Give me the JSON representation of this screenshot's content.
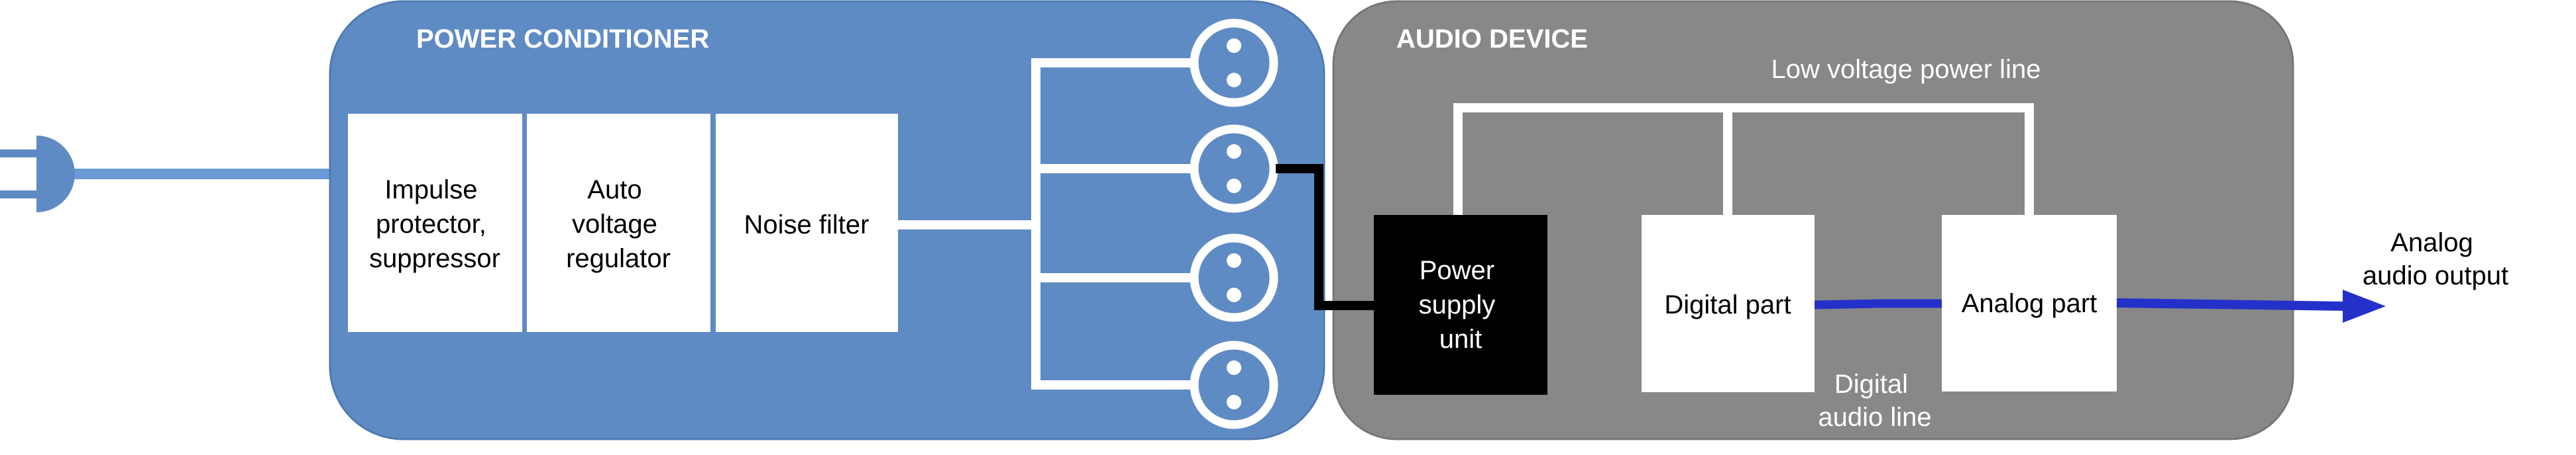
{
  "power_conditioner": {
    "title": "POWER CONDITIONER",
    "stages": {
      "impulse": [
        "Impulse",
        "protector,",
        "suppressor"
      ],
      "voltage": [
        "Auto",
        "voltage",
        "regulator"
      ],
      "noise": "Noise filter"
    },
    "outlet_count": 4
  },
  "audio_device": {
    "title": "AUDIO DEVICE",
    "power_line_label": "Low voltage power line",
    "psu_label": [
      "Power",
      "supply",
      "unit"
    ],
    "digital_part": "Digital part",
    "analog_part": "Analog part",
    "digital_audio_line": [
      "Digital",
      "audio line"
    ]
  },
  "output_label": [
    "Analog",
    "audio output"
  ],
  "colors": {
    "conditioner_fill": "#5f8bc4",
    "plug_line": "#6b9bd4",
    "device_fill": "#888888",
    "psu_fill": "#000000",
    "signal_line": "#2431c9"
  }
}
